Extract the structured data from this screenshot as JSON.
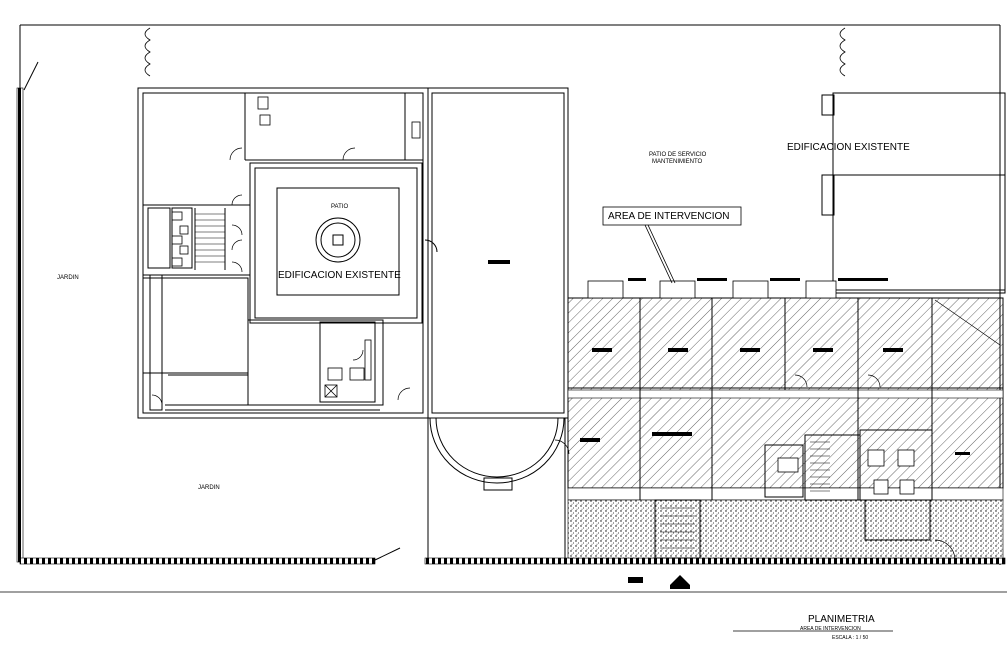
{
  "labels": {
    "jardin_left": "JARDIN",
    "jardin_bottom": "JARDIN",
    "patio": "PATIO",
    "edif_center": "EDIFICACION EXISTENTE",
    "edif_right": "EDIFICACION EXISTENTE",
    "patio_servicio_1": "PATIO DE SERVICIO",
    "patio_servicio_2": "MANTENIMIENTO",
    "area_intervencion": "AREA DE INTERVENCION"
  },
  "title_block": {
    "title": "PLANIMETRIA",
    "subtitle": "AREA DE INTERVENCION",
    "scale": "ESCALA : 1 / 50"
  },
  "colors": {
    "line": "#000000",
    "background": "#ffffff"
  }
}
